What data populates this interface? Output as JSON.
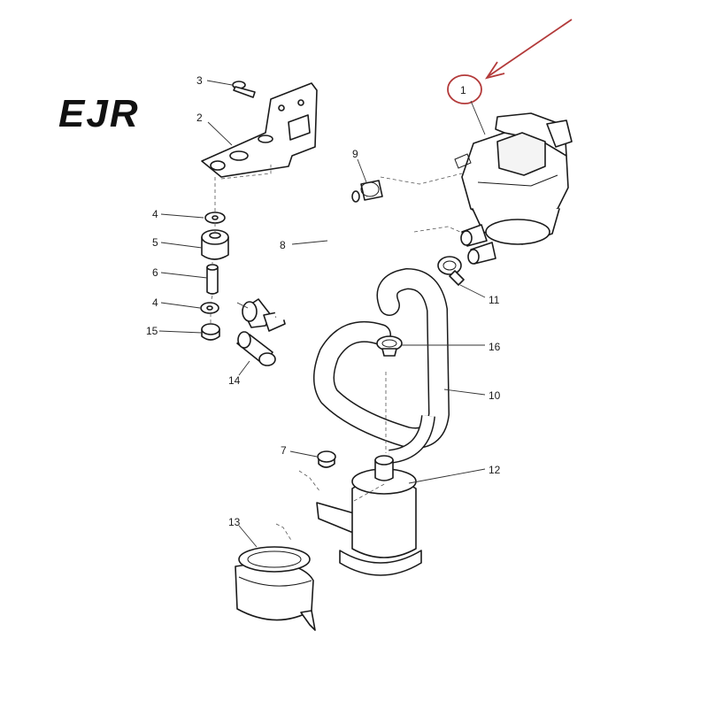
{
  "logo": {
    "text": "EJR"
  },
  "highlight": {
    "color": "#b33a3a",
    "part_number": "1"
  },
  "callouts": {
    "c1": "1",
    "c2": "2",
    "c3": "3",
    "c4a": "4",
    "c4b": "4",
    "c5": "5",
    "c6": "6",
    "c7": "7",
    "c8": "8",
    "c9": "9",
    "c10": "10",
    "c11": "11",
    "c12": "12",
    "c13": "13",
    "c14": "14",
    "c15": "15",
    "c16": "16"
  }
}
